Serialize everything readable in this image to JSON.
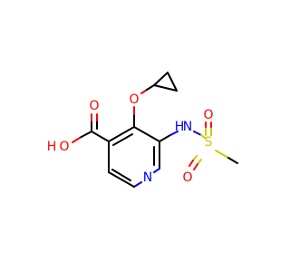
{
  "molecule": {
    "atoms": {
      "hydroxyl_oxygen": {
        "label": "O"
      },
      "hydroxyl_hydrogen": {
        "label": "H"
      },
      "carbonyl_oxygen": {
        "label": "O"
      },
      "ether_oxygen": {
        "label": "O"
      },
      "ring_nitrogen": {
        "label": "N"
      },
      "amide_nitrogen": {
        "label": "N"
      },
      "amide_hydrogen": {
        "label": "H"
      },
      "sulfur": {
        "label": "S"
      },
      "sulfonyl_oxygen_top": {
        "label": "O"
      },
      "sulfonyl_oxygen_bottom": {
        "label": "O"
      }
    },
    "colors": {
      "carbon_bond": "#000000",
      "oxygen": "#ff0000",
      "nitrogen": "#0000ff",
      "sulfur": "#cccc00"
    }
  }
}
